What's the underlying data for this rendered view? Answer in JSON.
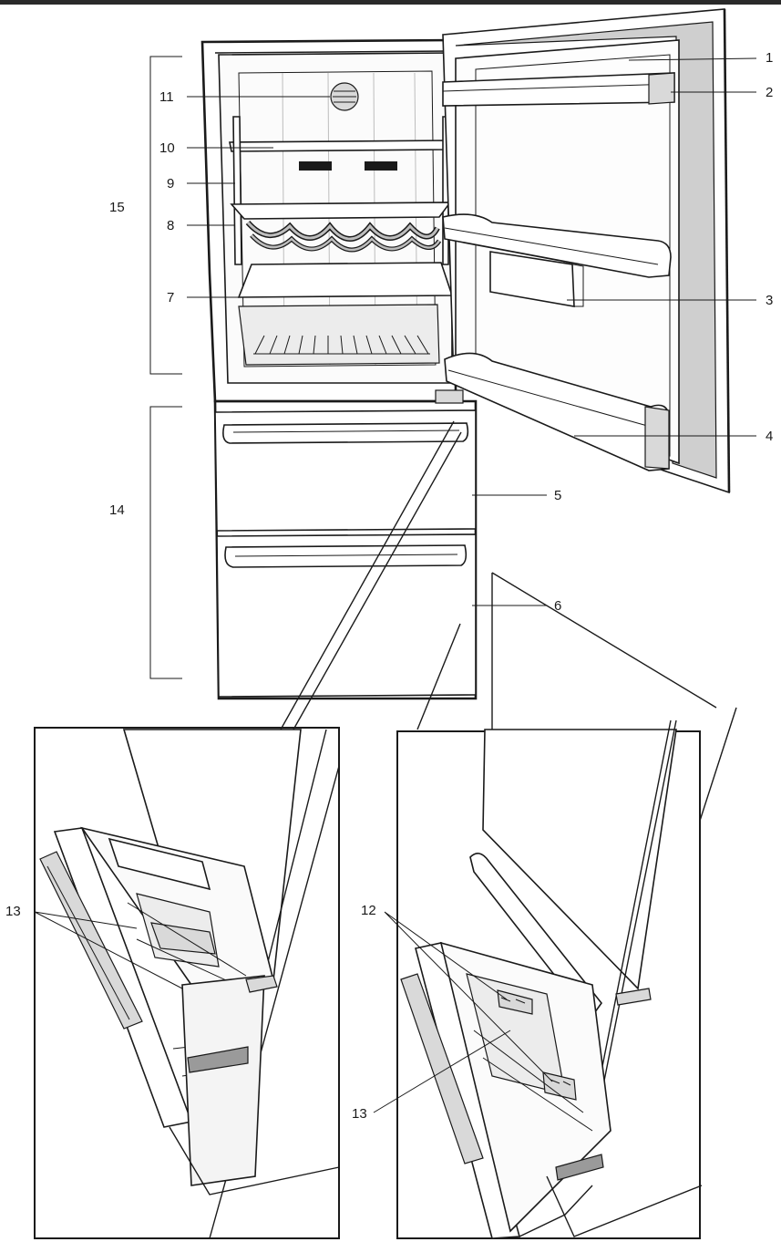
{
  "callouts": {
    "n1": "1",
    "n2": "2",
    "n3": "3",
    "n4": "4",
    "n5": "5",
    "n6": "6",
    "n7": "7",
    "n8": "8",
    "n9": "9",
    "n10": "10",
    "n11": "11",
    "n12": "12",
    "n13a": "13",
    "n13b": "13",
    "n14": "14",
    "n15": "15"
  }
}
